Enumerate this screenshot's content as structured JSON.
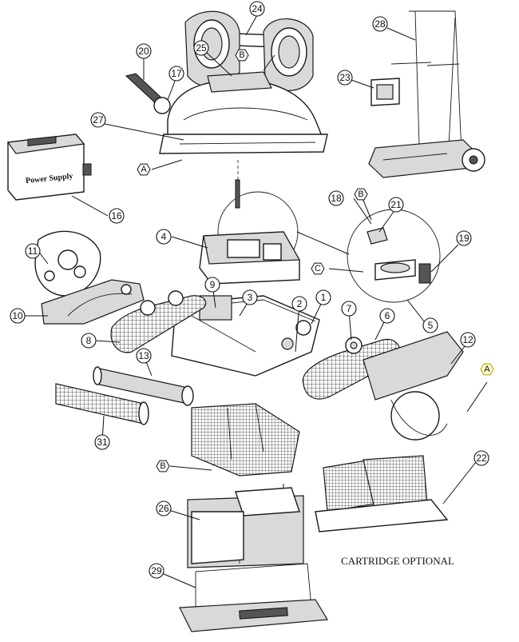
{
  "diagram": {
    "callouts": [
      {
        "id": "24",
        "label": "24"
      },
      {
        "id": "28",
        "label": "28"
      },
      {
        "id": "20",
        "label": "20"
      },
      {
        "id": "25",
        "label": "25"
      },
      {
        "id": "17",
        "label": "17"
      },
      {
        "id": "23",
        "label": "23"
      },
      {
        "id": "27",
        "label": "27"
      },
      {
        "id": "16",
        "label": "16"
      },
      {
        "id": "18",
        "label": "18"
      },
      {
        "id": "21",
        "label": "21"
      },
      {
        "id": "19",
        "label": "19"
      },
      {
        "id": "11",
        "label": "11"
      },
      {
        "id": "4",
        "label": "4"
      },
      {
        "id": "10",
        "label": "10"
      },
      {
        "id": "9",
        "label": "9"
      },
      {
        "id": "3",
        "label": "3"
      },
      {
        "id": "2",
        "label": "2"
      },
      {
        "id": "1",
        "label": "1"
      },
      {
        "id": "7",
        "label": "7"
      },
      {
        "id": "6",
        "label": "6"
      },
      {
        "id": "5",
        "label": "5"
      },
      {
        "id": "8",
        "label": "8"
      },
      {
        "id": "12",
        "label": "12"
      },
      {
        "id": "13",
        "label": "13"
      },
      {
        "id": "31",
        "label": "31"
      },
      {
        "id": "22",
        "label": "22"
      },
      {
        "id": "26",
        "label": "26"
      },
      {
        "id": "29",
        "label": "29"
      }
    ],
    "letter_tags": [
      {
        "id": "B1",
        "label": "B"
      },
      {
        "id": "A1",
        "label": "A"
      },
      {
        "id": "B2",
        "label": "B"
      },
      {
        "id": "C1",
        "label": "C"
      },
      {
        "id": "A2",
        "label": "A"
      },
      {
        "id": "B3",
        "label": "B"
      }
    ],
    "power_supply_label": "Power Supply",
    "cartridge_caption": "CARTRIDGE OPTIONAL"
  }
}
